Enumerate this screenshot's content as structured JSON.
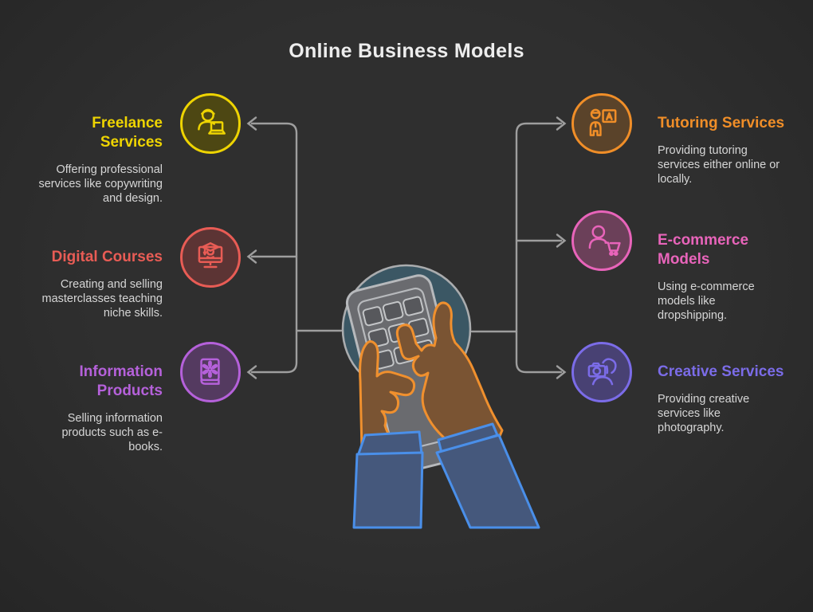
{
  "title": "Online Business Models",
  "colors": {
    "background": "#2d2d2d",
    "connector_line": "#9e9e9e",
    "title_text": "#ededed",
    "description_text": "#d6d6d6",
    "freelance_accent": "#eed402",
    "digital_courses_accent": "#e85c55",
    "information_products_accent": "#b561da",
    "tutoring_accent": "#f08e28",
    "ecommerce_accent": "#e864ba",
    "creative_accent": "#7b6ce8",
    "center_circle_fill": "#3b5764",
    "hand_fill": "#7a5433",
    "hand_outline": "#f0902e",
    "sleeve_fill": "#45587c",
    "sleeve_outline": "#4a8fe9",
    "calculator_fill": "#6a6b6f"
  },
  "nodes": {
    "left": [
      {
        "title": "Freelance\nServices",
        "description": "Offering professional\nservices like copywriting\nand design.",
        "accent": "#eed402",
        "icon": "freelancer-with-laptop-icon"
      },
      {
        "title": "Digital Courses",
        "description": "Creating and selling\nmasterclasses teaching\nniche skills.",
        "accent": "#e85c55",
        "icon": "online-course-monitor-icon"
      },
      {
        "title": "Information\nProducts",
        "description": "Selling information\nproducts such as e-\nbooks.",
        "accent": "#b561da",
        "icon": "book-with-flower-icon"
      }
    ],
    "right": [
      {
        "title": "Tutoring Services",
        "description": "Providing tutoring\nservices either online or\nlocally.",
        "accent": "#f08e28",
        "icon": "teacher-with-board-icon"
      },
      {
        "title": "E-commerce\nModels",
        "description": "Using e-commerce\nmodels like\ndropshipping.",
        "accent": "#e864ba",
        "icon": "shopper-with-cart-icon"
      },
      {
        "title": "Creative Services",
        "description": "Providing creative\nservices like\nphotography.",
        "accent": "#7b6ce8",
        "icon": "photographer-camera-icon"
      }
    ]
  },
  "center": {
    "illustration": "hands-using-calculator"
  }
}
